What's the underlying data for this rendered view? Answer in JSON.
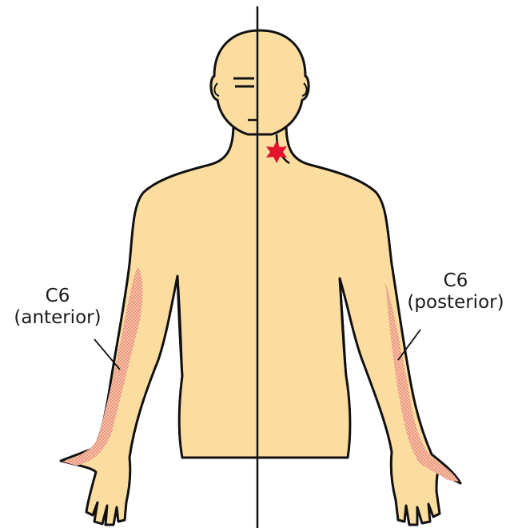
{
  "diagram": {
    "labels": {
      "anterior_level": "C6",
      "anterior_side": "(anterior)",
      "posterior_level": "C6",
      "posterior_side": "(posterior)"
    },
    "colors": {
      "skin": "#FCDDA0",
      "outline": "#111111",
      "dermatome": "#E8877A",
      "pain_marker": "#E3122D",
      "background": "#FFFFFF"
    }
  }
}
